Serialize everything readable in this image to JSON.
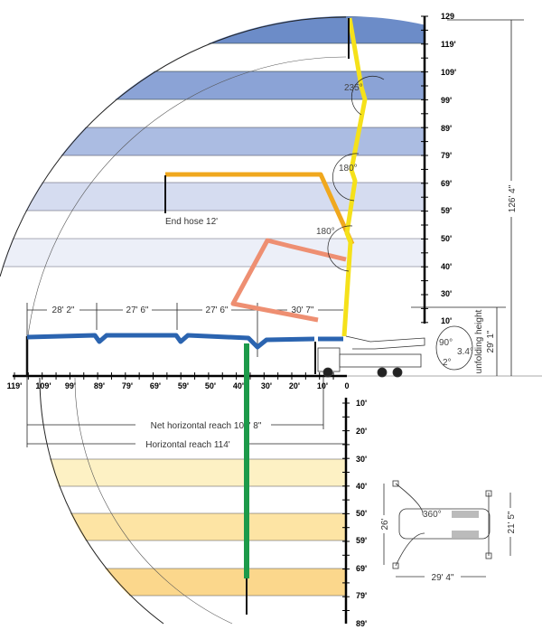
{
  "height_axis": {
    "labels": [
      "129",
      "119'",
      "109'",
      "99'",
      "89'",
      "79'",
      "69'",
      "59'",
      "50'",
      "40'",
      "30'",
      "10'"
    ]
  },
  "reach_axis": {
    "labels": [
      "119'",
      "109'",
      "99'",
      "89'",
      "79'",
      "69'",
      "59'",
      "50'",
      "40'",
      "30'",
      "20'",
      "10'",
      "0"
    ]
  },
  "depth_axis": {
    "labels": [
      "10'",
      "20'",
      "30'",
      "40'",
      "50'",
      "59'",
      "69'",
      "79'",
      "89'"
    ]
  },
  "section_lengths": [
    "28' 2\"",
    "27' 6\"",
    "27' 6\"",
    "30' 7\""
  ],
  "angles": {
    "top": "235°",
    "middle": "180°",
    "lower": "180°",
    "outrigger": "90°",
    "tilt_a": "3.4°",
    "tilt_b": "2°",
    "slew": "360°"
  },
  "labels": {
    "end_hose": "End hose 12'",
    "net_reach": "Net horizontal reach 105' 8\"",
    "horizontal_reach": "Horizontal reach 114'",
    "vertical_reach": "126' 4\"",
    "unfolding_height_label": "unfolding height",
    "unfolding_height": "29' 1\"",
    "outrigger_front": "26'",
    "outrigger_rear": "21' 5\"",
    "outrigger_length": "29' 4\""
  },
  "colors": {
    "yellow": "#f5e11a",
    "orange": "#f0a81e",
    "salmon": "#ee8f72",
    "blue": "#2b64b0",
    "green": "#1c9a4a"
  }
}
